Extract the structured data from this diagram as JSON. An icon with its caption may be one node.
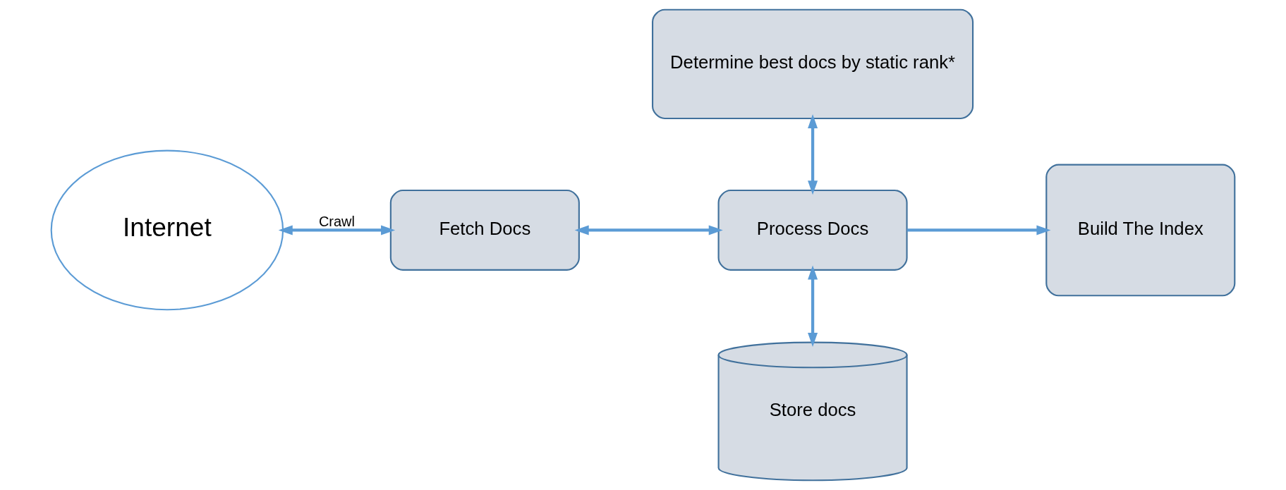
{
  "diagram": {
    "nodes": [
      {
        "text": [
          "Internet"
        ]
      },
      {
        "text": [
          "Fetch Docs"
        ]
      },
      {
        "text": [
          "Process Docs"
        ]
      },
      {
        "text": [
          "Determine best docs by static rank*"
        ]
      },
      {
        "text": [
          "Build The Index"
        ]
      },
      {
        "text": [
          "Store docs"
        ]
      }
    ],
    "edges": [
      {
        "from": 0,
        "to": 1,
        "arrow": "both",
        "label": "Crawl"
      },
      {
        "from": 1,
        "to": 2,
        "arrow": "both"
      },
      {
        "from": 3,
        "to": 2,
        "arrow": "both"
      },
      {
        "from": 2,
        "to": 4,
        "arrow": "to"
      },
      {
        "from": 2,
        "to": 5,
        "arrow": "both"
      }
    ]
  }
}
